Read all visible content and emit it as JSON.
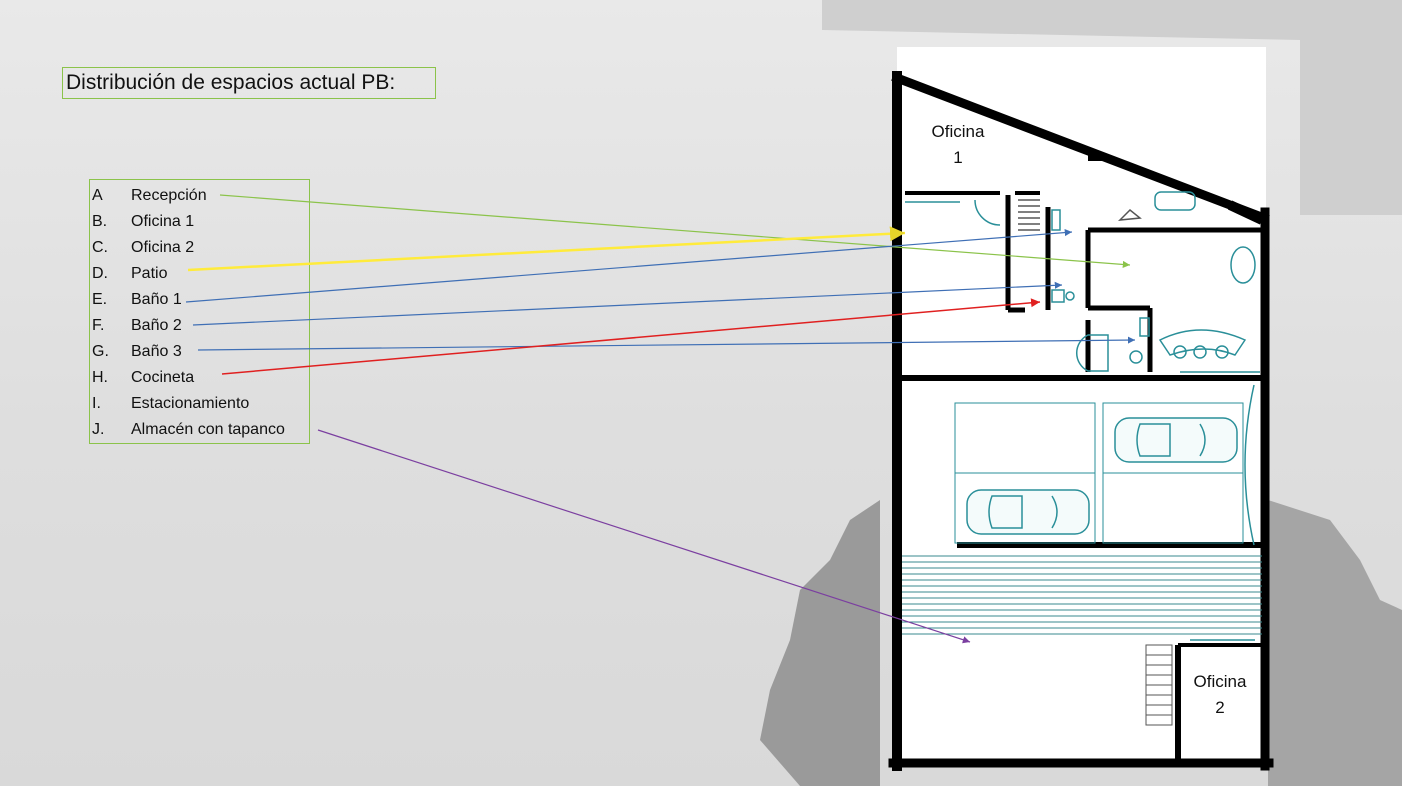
{
  "title": "Distribución de espacios actual PB:",
  "legend": [
    {
      "key": "A",
      "label": "Recepción",
      "color": "#8bc34a"
    },
    {
      "key": "B.",
      "label": "Oficina 1",
      "color": ""
    },
    {
      "key": "C.",
      "label": "Oficina 2",
      "color": ""
    },
    {
      "key": "D.",
      "label": "Patio",
      "color": "#ffeb3b"
    },
    {
      "key": "E.",
      "label": "Baño 1",
      "color": "#3f6fb5"
    },
    {
      "key": "F.",
      "label": "Baño 2",
      "color": "#3f6fb5"
    },
    {
      "key": "G.",
      "label": "Baño 3",
      "color": "#3f6fb5"
    },
    {
      "key": "H.",
      "label": "Cocineta",
      "color": "#e02020"
    },
    {
      "key": "I.",
      "label": "Estacionamiento",
      "color": ""
    },
    {
      "key": "J.",
      "label": "Almacén con tapanco",
      "color": "#7b3fa0"
    }
  ],
  "plan_labels": {
    "oficina1_line1": "Oficina",
    "oficina1_line2": "1",
    "oficina2_line1": "Oficina",
    "oficina2_line2": "2"
  },
  "colors": {
    "wall": "#000000",
    "fixture": "#2a8f99",
    "legend_border": "#8bc34a"
  }
}
